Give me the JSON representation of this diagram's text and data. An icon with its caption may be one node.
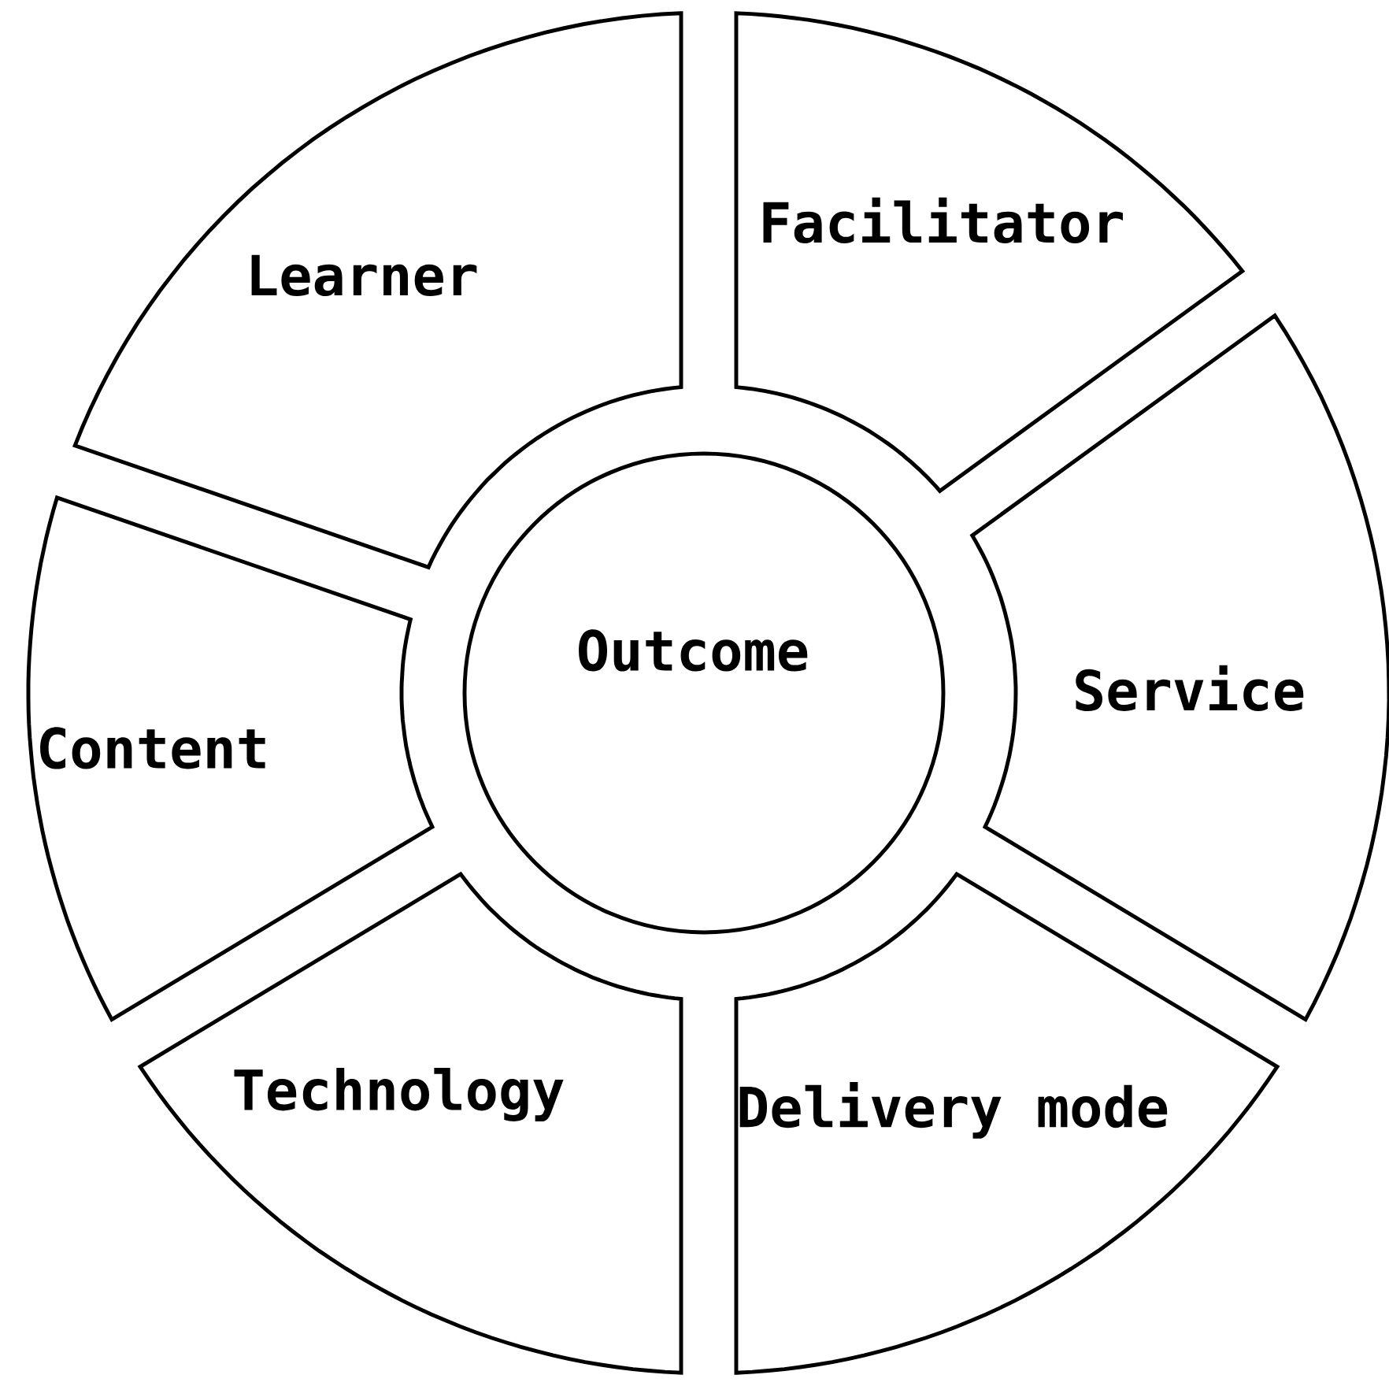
{
  "diagram": {
    "nodes": [
      {
        "text": [
          "Learner"
        ]
      },
      {
        "text": [
          "Facilitator"
        ]
      },
      {
        "text": [
          "Outcome"
        ]
      },
      {
        "text": [
          "Content"
        ]
      },
      {
        "text": [
          "Service"
        ]
      },
      {
        "text": [
          "Technology"
        ]
      },
      {
        "text": [
          "Delivery mode"
        ]
      }
    ]
  }
}
